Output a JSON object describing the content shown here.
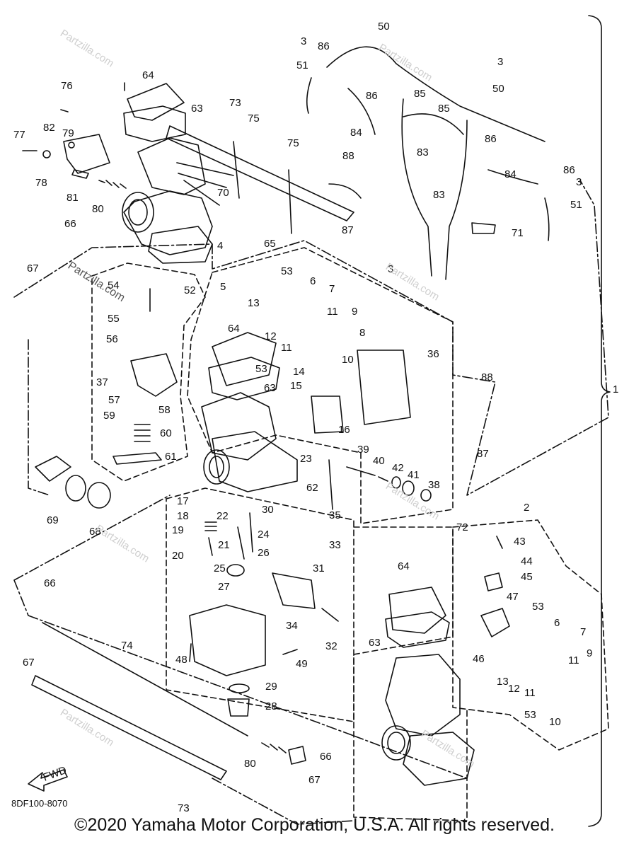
{
  "diagram": {
    "part_code": "8DF100-8070",
    "fwd_label": "FWD",
    "group_label": "1",
    "watermark": "Partzilla.com",
    "copyright": "©2020 Yamaha Motor Corporation, U.S.A. All rights reserved.",
    "callouts": [
      {
        "n": "1"
      },
      {
        "n": "2"
      },
      {
        "n": "3"
      },
      {
        "n": "4"
      },
      {
        "n": "5"
      },
      {
        "n": "6"
      },
      {
        "n": "7"
      },
      {
        "n": "8"
      },
      {
        "n": "9"
      },
      {
        "n": "10"
      },
      {
        "n": "11"
      },
      {
        "n": "12"
      },
      {
        "n": "13"
      },
      {
        "n": "14"
      },
      {
        "n": "15"
      },
      {
        "n": "16"
      },
      {
        "n": "17"
      },
      {
        "n": "18"
      },
      {
        "n": "19"
      },
      {
        "n": "20"
      },
      {
        "n": "21"
      },
      {
        "n": "22"
      },
      {
        "n": "23"
      },
      {
        "n": "24"
      },
      {
        "n": "25"
      },
      {
        "n": "26"
      },
      {
        "n": "27"
      },
      {
        "n": "28"
      },
      {
        "n": "29"
      },
      {
        "n": "30"
      },
      {
        "n": "31"
      },
      {
        "n": "32"
      },
      {
        "n": "33"
      },
      {
        "n": "34"
      },
      {
        "n": "35"
      },
      {
        "n": "36"
      },
      {
        "n": "37"
      },
      {
        "n": "38"
      },
      {
        "n": "39"
      },
      {
        "n": "40"
      },
      {
        "n": "41"
      },
      {
        "n": "42"
      },
      {
        "n": "43"
      },
      {
        "n": "44"
      },
      {
        "n": "45"
      },
      {
        "n": "46"
      },
      {
        "n": "47"
      },
      {
        "n": "48"
      },
      {
        "n": "49"
      },
      {
        "n": "50"
      },
      {
        "n": "51"
      },
      {
        "n": "52"
      },
      {
        "n": "53"
      },
      {
        "n": "54"
      },
      {
        "n": "55"
      },
      {
        "n": "56"
      },
      {
        "n": "57"
      },
      {
        "n": "58"
      },
      {
        "n": "59"
      },
      {
        "n": "60"
      },
      {
        "n": "61"
      },
      {
        "n": "62"
      },
      {
        "n": "63"
      },
      {
        "n": "64"
      },
      {
        "n": "65"
      },
      {
        "n": "66"
      },
      {
        "n": "67"
      },
      {
        "n": "68"
      },
      {
        "n": "69"
      },
      {
        "n": "70"
      },
      {
        "n": "71"
      },
      {
        "n": "72"
      },
      {
        "n": "73"
      },
      {
        "n": "74"
      },
      {
        "n": "75"
      },
      {
        "n": "76"
      },
      {
        "n": "77"
      },
      {
        "n": "78"
      },
      {
        "n": "79"
      },
      {
        "n": "80"
      },
      {
        "n": "81"
      },
      {
        "n": "82"
      },
      {
        "n": "83"
      },
      {
        "n": "84"
      },
      {
        "n": "85"
      },
      {
        "n": "86"
      },
      {
        "n": "87"
      },
      {
        "n": "88"
      }
    ]
  }
}
